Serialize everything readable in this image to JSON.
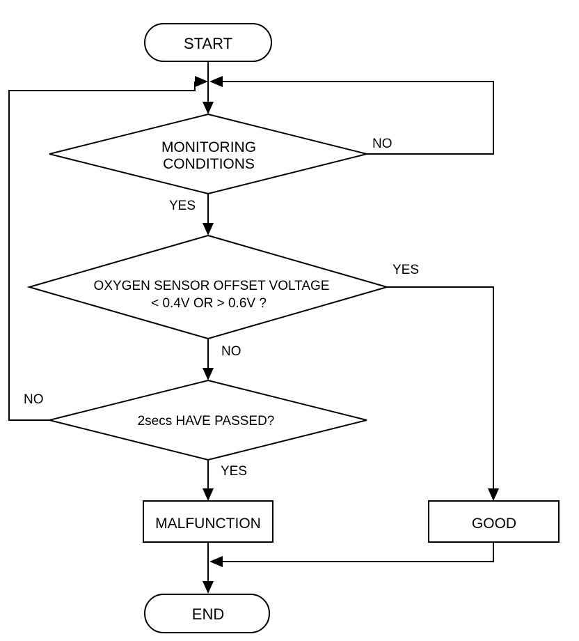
{
  "nodes": {
    "start": "START",
    "monitoring_line1": "MONITORING",
    "monitoring_line2": "CONDITIONS",
    "offset_line1": "OXYGEN SENSOR OFFSET VOLTAGE",
    "offset_line2": "< 0.4V OR > 0.6V ?",
    "passed": "2secs HAVE PASSED?",
    "malfunction": "MALFUNCTION",
    "good": "GOOD",
    "end": "END"
  },
  "edges": {
    "monitoring_no": "NO",
    "monitoring_yes": "YES",
    "offset_yes": "YES",
    "offset_no": "NO",
    "passed_no": "NO",
    "passed_yes": "YES"
  },
  "colors": {
    "stroke": "#000000",
    "fill": "#ffffff"
  }
}
